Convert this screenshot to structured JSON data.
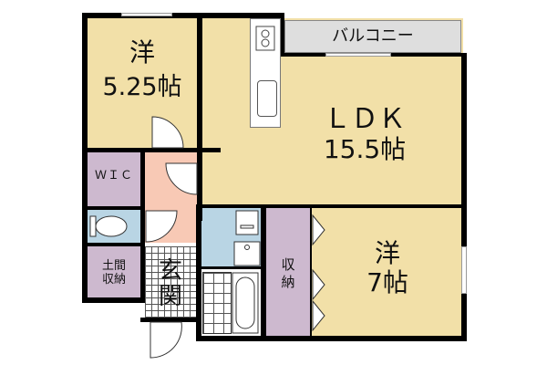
{
  "floorplan": {
    "colors": {
      "western_room": "#f2e0a8",
      "storage": "#cdb9cf",
      "entrance_hall": "#f8c9b5",
      "wet_area": "#b9d5e4",
      "balcony": "#dedede",
      "wall": "#000000"
    },
    "rooms": {
      "western_room_1": {
        "type": "洋",
        "size": "5.25帖"
      },
      "ldk": {
        "type": "ＬＤＫ",
        "size": "15.5帖"
      },
      "western_room_2": {
        "type": "洋",
        "size": "7帖"
      },
      "balcony": {
        "label": "バルコニー"
      },
      "wic": {
        "label": "ＷＩＣ"
      },
      "doma_storage": {
        "line1": "土間",
        "line2": "収納"
      },
      "entrance": {
        "line1": "玄",
        "line2": "関"
      },
      "closet": {
        "line1": "収",
        "line2": "納"
      }
    }
  }
}
